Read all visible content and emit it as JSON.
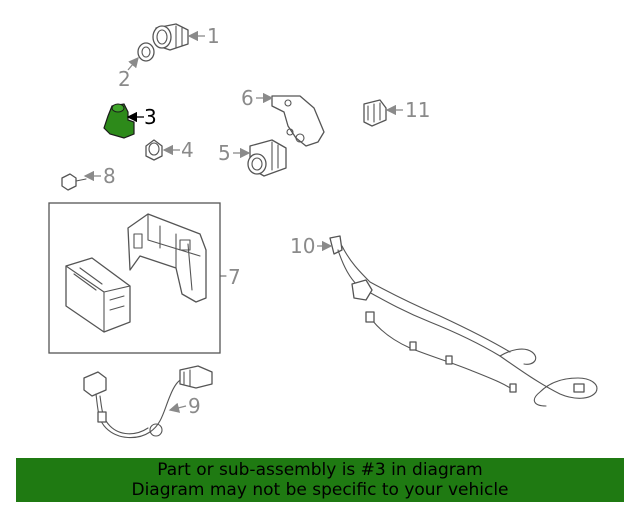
{
  "callouts": {
    "c1": "1",
    "c2": "2",
    "c3": "3",
    "c4": "4",
    "c5": "5",
    "c6": "6",
    "c7": "7",
    "c8": "8",
    "c9": "9",
    "c10": "10",
    "c11": "11"
  },
  "highlighted_part": "3",
  "colors": {
    "highlight_part": "#2d8a1a",
    "banner_background": "#1f7a12",
    "callout_text": "#8a8a8a",
    "active_callout_text": "#000000"
  },
  "banner": {
    "line1": "Part or sub-assembly is #3 in diagram",
    "line2": "Diagram may not be specific to your vehicle"
  }
}
